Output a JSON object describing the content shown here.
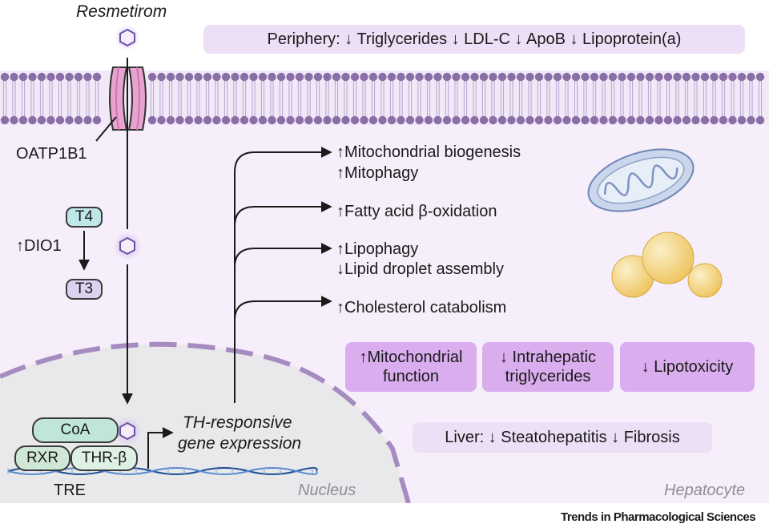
{
  "drug": "Resmetirom",
  "transporter": "OATP1B1",
  "periphery": "Periphery: ↓ Triglycerides ↓ LDL-C ↓ ApoB ↓ Lipoprotein(a)",
  "conversion": {
    "t4": "T4",
    "t3": "T3",
    "enzyme": "↑DIO1"
  },
  "effects": [
    {
      "lines": [
        "↑Mitochondrial biogenesis",
        "↑Mitophagy"
      ]
    },
    {
      "lines": [
        "↑Fatty acid β-oxidation"
      ]
    },
    {
      "lines": [
        "↑Lipophagy",
        "↓Lipid droplet assembly"
      ]
    },
    {
      "lines": [
        "↑Cholesterol catabolism"
      ]
    }
  ],
  "outcomes": [
    {
      "lines": [
        "↑Mitochondrial",
        "function"
      ]
    },
    {
      "lines": [
        "↓ Intrahepatic",
        "triglycerides"
      ]
    },
    {
      "lines": [
        "↓ Lipotoxicity"
      ]
    }
  ],
  "liver": "Liver: ↓ Steatohepatitis ↓ Fibrosis",
  "nucleus": {
    "label": "Nucleus",
    "coa": "CoA",
    "rxr": "RXR",
    "thr": "THR-β",
    "tre": "TRE",
    "gene_expression": [
      "TH-responsive",
      "gene expression"
    ]
  },
  "cell_label": "Hepatocyte",
  "credit": "Trends in Pharmacological Sciences",
  "colors": {
    "cytoplasm": "#f6eefa",
    "membrane": "#8a6ea6",
    "nucleus": "#e9e8eb",
    "transporter": "#e8a3cf",
    "drug": "#8a70b8",
    "outcome_box": "#d9adee",
    "pill": "#ecdff6",
    "t4_tag": "#bfe6e8",
    "t3_tag": "#dcd2ef",
    "coa": "#bfe6d6",
    "rxr": "#cfe8d6",
    "thr": "#dff0e6",
    "mitochondrion": "#c9d6ec",
    "lipid": "#f1cf72"
  }
}
